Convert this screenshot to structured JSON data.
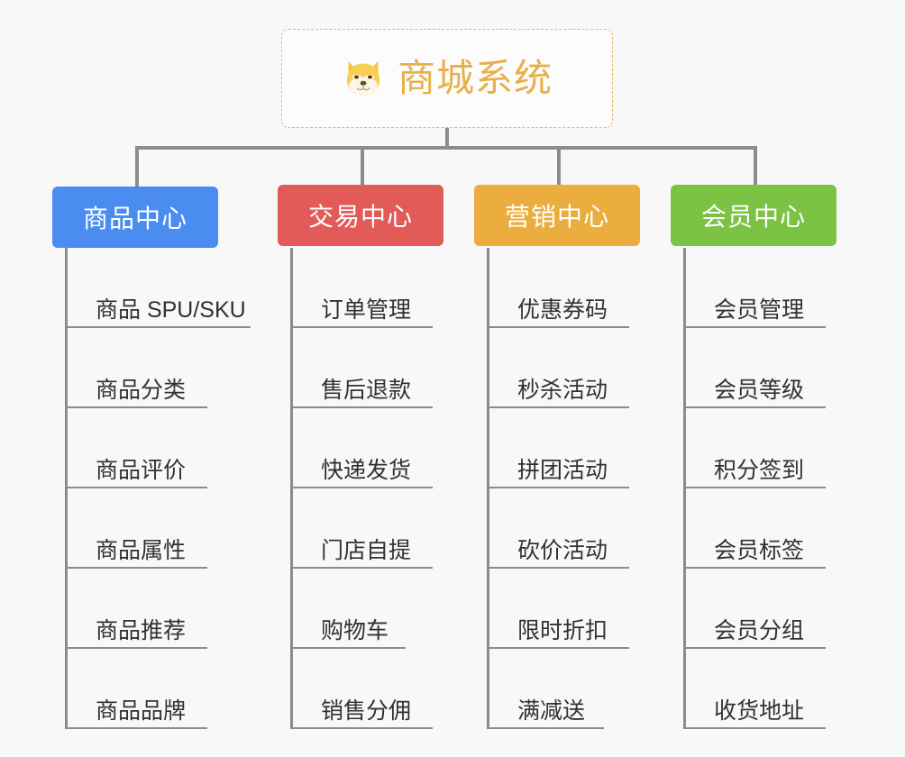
{
  "diagram": {
    "type": "mind-map",
    "background_color": "#f8f8f8",
    "root": {
      "title": "商城系统",
      "icon": "shiba-dog-face-icon",
      "border_color": "#e8b862",
      "text_color": "#e8b04a"
    },
    "branches": [
      {
        "id": "product-center",
        "label": "商品中心",
        "color": "#4a8cf0",
        "items": [
          {
            "label": "商品 SPU/SKU"
          },
          {
            "label": "商品分类"
          },
          {
            "label": "商品评价"
          },
          {
            "label": "商品属性"
          },
          {
            "label": "商品推荐"
          },
          {
            "label": "商品品牌"
          }
        ]
      },
      {
        "id": "trade-center",
        "label": "交易中心",
        "color": "#e35b58",
        "items": [
          {
            "label": "订单管理"
          },
          {
            "label": "售后退款"
          },
          {
            "label": "快递发货"
          },
          {
            "label": "门店自提"
          },
          {
            "label": "购物车"
          },
          {
            "label": "销售分佣"
          }
        ]
      },
      {
        "id": "marketing-center",
        "label": "营销中心",
        "color": "#eaad3e",
        "items": [
          {
            "label": "优惠券码"
          },
          {
            "label": "秒杀活动"
          },
          {
            "label": "拼团活动"
          },
          {
            "label": "砍价活动"
          },
          {
            "label": "限时折扣"
          },
          {
            "label": "满减送"
          }
        ]
      },
      {
        "id": "member-center",
        "label": "会员中心",
        "color": "#77c council"
      }
    ]
  }
}
